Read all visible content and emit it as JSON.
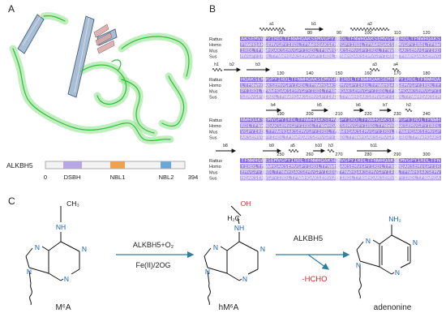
{
  "panels": {
    "a": "A",
    "b": "B",
    "c": "C"
  },
  "domain_bar": {
    "protein": "ALKBH5",
    "start": "0",
    "end": "394",
    "domains": [
      {
        "name": "DSBH",
        "color": "#b9a6e6"
      },
      {
        "name": "NBL1",
        "color": "#f0a24a"
      },
      {
        "name": "NBL2",
        "color": "#6aa6d6"
      }
    ]
  },
  "alignment": {
    "panel_label": "B",
    "species": [
      "Rattus",
      "Homo",
      "Mus",
      "Sus"
    ],
    "blocks": [
      {
        "ss": [
          "a1",
          "b1",
          "a2"
        ],
        "ticks": [
          "70",
          "80",
          "90",
          "100",
          "110",
          "120"
        ]
      },
      {
        "ss": [
          "h1",
          "b2",
          "b3",
          "a3",
          "a4"
        ],
        "ticks": [
          "130",
          "140",
          "150",
          "160",
          "170",
          "180"
        ]
      },
      {
        "ss": [
          "b4",
          "b5",
          "b6",
          "b7",
          "h2"
        ],
        "ticks": [
          "190",
          "200",
          "210",
          "220",
          "230",
          "240"
        ]
      },
      {
        "ss": [
          "b8",
          "b9",
          "a5",
          "b10",
          "h3",
          "b11"
        ],
        "ticks": [
          "250",
          "260",
          "270",
          "280",
          "290",
          "300"
        ]
      }
    ]
  },
  "reaction": {
    "m6a_label": "M⁶A",
    "hm6a_label": "hM⁶A",
    "adenosine_label": "adenonine",
    "step1_enzyme": "ALKBH5+O₂",
    "step1_cofactor": "Fe(II)/2OG",
    "step2_enzyme": "ALKBH5",
    "byproduct": "-HCHO",
    "atoms": {
      "N": "N",
      "NH": "NH",
      "NH2": "NH₂",
      "OH": "OH",
      "H2C": "H₂C",
      "CH3": "CH₃"
    },
    "colors": {
      "byproduct": "#e0262a",
      "arrow": "#2a7f9e"
    }
  }
}
